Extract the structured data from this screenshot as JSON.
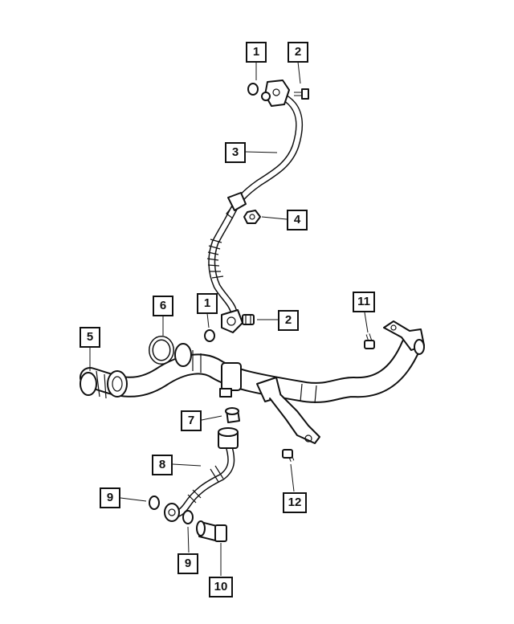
{
  "callouts": [
    {
      "id": "c1a",
      "label": "1"
    },
    {
      "id": "c2a",
      "label": "2"
    },
    {
      "id": "c3",
      "label": "3"
    },
    {
      "id": "c4",
      "label": "4"
    },
    {
      "id": "c6",
      "label": "6"
    },
    {
      "id": "c1b",
      "label": "1"
    },
    {
      "id": "c2b",
      "label": "2"
    },
    {
      "id": "c11",
      "label": "11"
    },
    {
      "id": "c5",
      "label": "5"
    },
    {
      "id": "c7",
      "label": "7"
    },
    {
      "id": "c8",
      "label": "8"
    },
    {
      "id": "c9a",
      "label": "9"
    },
    {
      "id": "c12",
      "label": "12"
    },
    {
      "id": "c9b",
      "label": "9"
    },
    {
      "id": "c10",
      "label": "10"
    }
  ]
}
